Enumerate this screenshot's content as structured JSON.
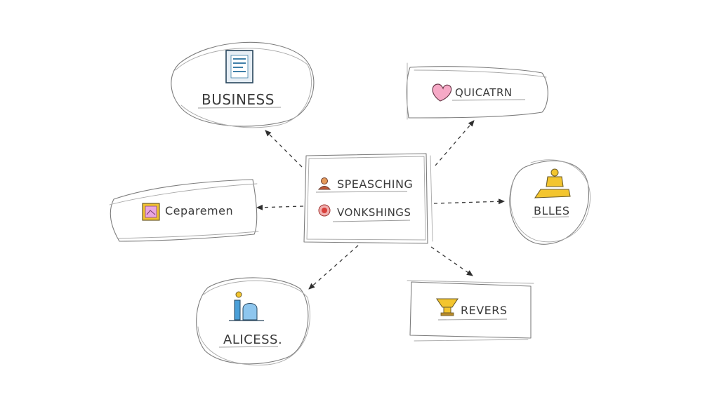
{
  "center": {
    "items": [
      {
        "label": "SPEASCHING"
      },
      {
        "label": "VONKSHINGS"
      }
    ]
  },
  "nodes": {
    "business": {
      "label": "BUSINESS"
    },
    "quicatrn": {
      "label": "QUICATRN"
    },
    "ceparemen": {
      "label": "Ceparemen"
    },
    "blles": {
      "label": "BLLES"
    },
    "alicess": {
      "label": "ALICESS."
    },
    "revers": {
      "label": "REVERS"
    }
  },
  "colors": {
    "ink": "#3b3b3b",
    "pencil": "#7d7d7d",
    "doc_blue": "#3f7fa8",
    "heart_pink": "#f08cb4",
    "frame_yellow": "#f2c230",
    "frame_pink": "#e38ad0",
    "trophy_gold": "#f3c52e",
    "person_blue": "#4a9fd8",
    "target_red": "#d9403b"
  },
  "icons": [
    "document-icon",
    "heart-icon",
    "picture-frame-icon",
    "person-icon",
    "target-icon",
    "trophy-icon",
    "people-icon",
    "gift-icon"
  ]
}
